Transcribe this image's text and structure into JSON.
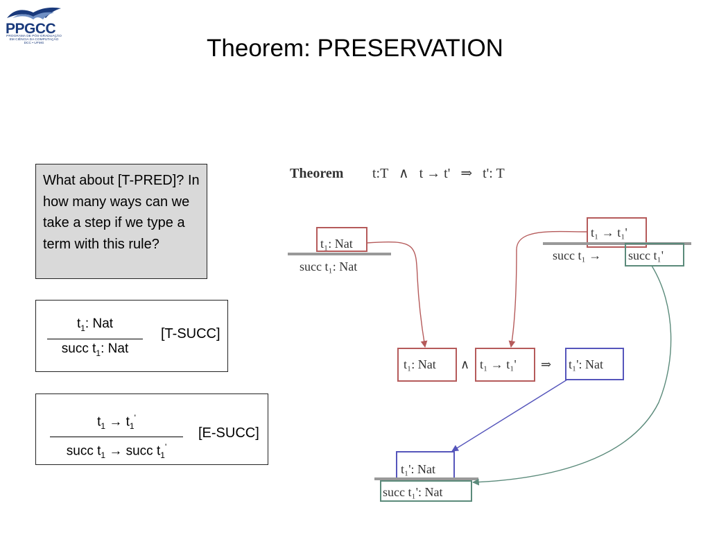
{
  "logo": {
    "text": "PPGCC",
    "sub_line1": "PROGRAMA DE PÓS-GRADUAÇÃO",
    "sub_line2": "EM CIÊNCIA DA COMPUTAÇÃO",
    "sub_line3": "DCC • UFMG"
  },
  "title": {
    "prefix": "Theorem: P",
    "smallcaps": "RESERVATION"
  },
  "note": {
    "line1_prefix": "What about [T-P",
    "line1_sc": "RED",
    "line1_suffix": "]?",
    "rest": "In how many ways can we take a step if we type a term with this rule?"
  },
  "t_succ": {
    "num_a": "t",
    "num_sub": "1",
    "num_b": ": Nat",
    "den_a": "succ t",
    "den_sub": "1",
    "den_b": ": Nat",
    "name_prefix": "[T-S",
    "name_sc": "UCC",
    "name_suffix": "]"
  },
  "e_succ": {
    "num_a": "t",
    "num_sub": "1",
    "num_arrow": " → t",
    "num_sub2": "1",
    "num_sup": "'",
    "den_a": "succ t",
    "den_sub": "1",
    "den_arrow": " → succ t",
    "den_sub2": "1",
    "den_sup": "'",
    "name_prefix": "[E-S",
    "name_sc": "UCC",
    "name_suffix": "]"
  },
  "figure": {
    "theorem_label": "Theorem",
    "theorem_body": "t:T   ∧   t → t'   ⇒   t': T",
    "left_rule_top": "t₁: Nat",
    "left_rule_bottom": "succ t₁: Nat",
    "right_rule_top": "t₁ → t₁'",
    "right_rule_bottom_a": "succ t₁ → ",
    "right_rule_bottom_b": "succ t₁'",
    "mid_a": "t₁: Nat",
    "mid_and": "∧",
    "mid_b": "t₁ → t₁'",
    "mid_implies": "⇒",
    "mid_c": "t₁': Nat",
    "bottom_rule_top": "t₁': Nat",
    "bottom_rule_bottom": "succ t₁': Nat",
    "colors": {
      "red": "#b55a5a",
      "blue": "#5555bb",
      "green": "#5a8a7a",
      "gray": "#999999"
    }
  }
}
